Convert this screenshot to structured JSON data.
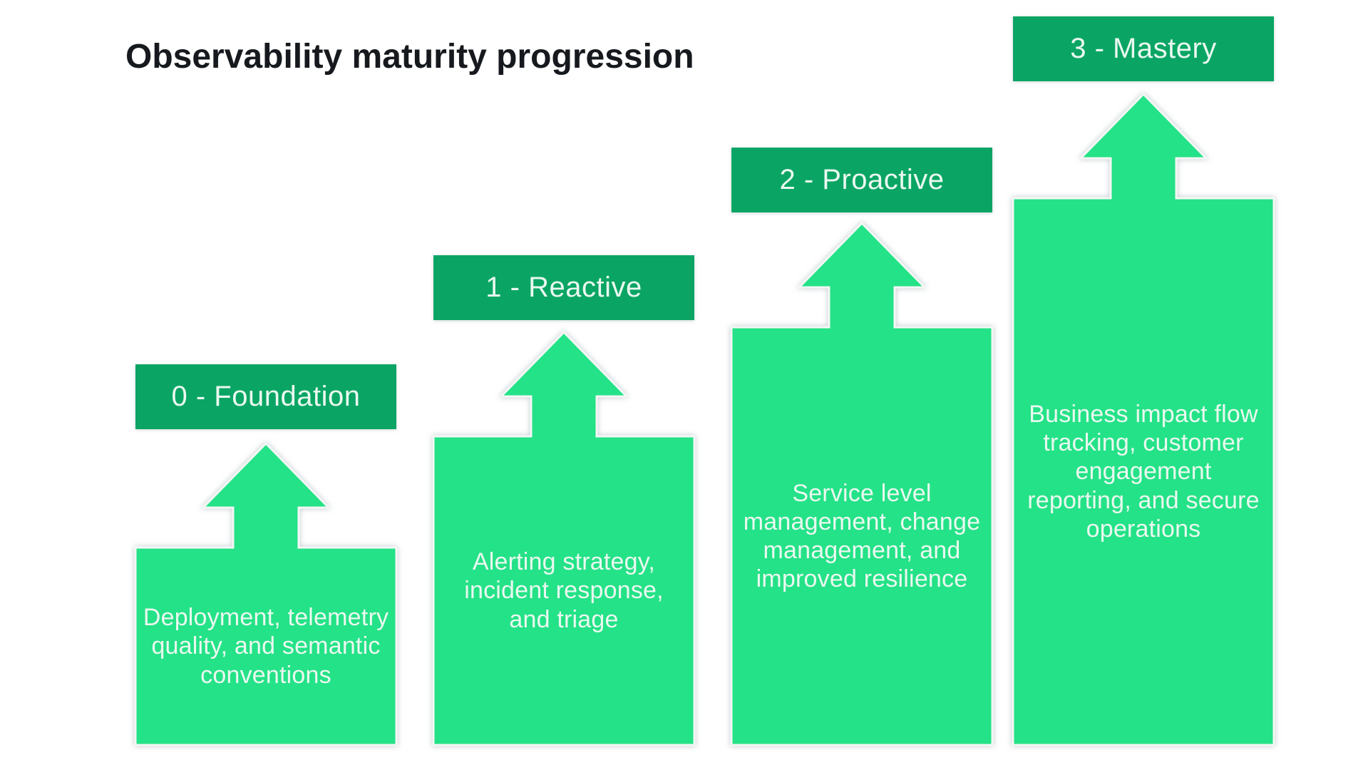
{
  "title": "Observability maturity progression",
  "colors": {
    "label_green": "#0aa564",
    "bar_green": "#24e287",
    "text_light": "#eaf8f0",
    "title_text": "#16191d",
    "background": "#ffffff"
  },
  "stages": [
    {
      "label": "0 - Foundation",
      "description": "Deployment, telemetry quality, and semantic conventions"
    },
    {
      "label": "1 - Reactive",
      "description": "Alerting strategy, incident response, and triage"
    },
    {
      "label": "2 - Proactive",
      "description": "Service level management, change management, and improved resilience"
    },
    {
      "label": "3 - Mastery",
      "description": "Business impact flow tracking, customer engagement reporting, and secure operations"
    }
  ]
}
